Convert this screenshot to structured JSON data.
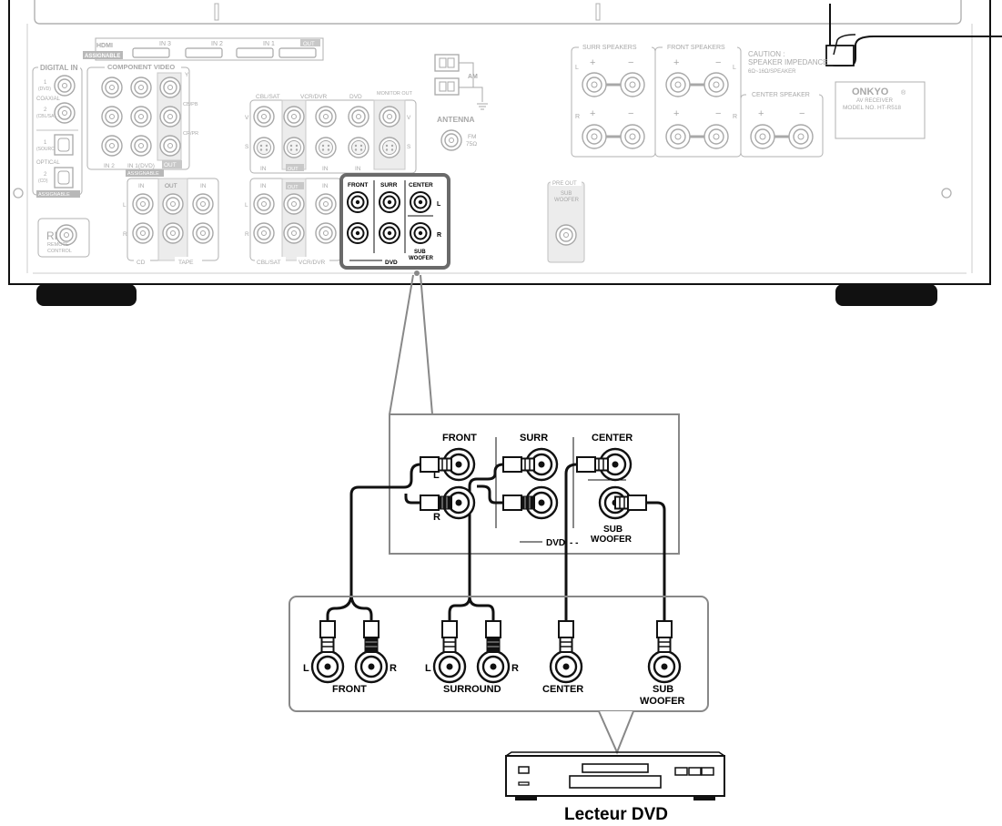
{
  "receiver_panel": {
    "brand": "ONKYO",
    "brand_mark": "®",
    "product": "AV RECEIVER",
    "model": "MODEL NO. HT-R518",
    "caution_title": "CAUTION :",
    "caution_line2": "SPEAKER IMPEDANCE",
    "caution_line3": "6Ω~16Ω/SPEAKER",
    "hdmi": {
      "title": "HDMI",
      "assignable": "ASSIGNABLE",
      "in3": "IN 3",
      "in2": "IN 2",
      "in1": "IN 1",
      "out": "OUT"
    },
    "digital_in": {
      "title": "DIGITAL IN",
      "coax1": "1",
      "coax1_sub": "(DVD)",
      "coaxial": "COAXIAL",
      "coax2": "2",
      "coax2_sub": "(CBL/SAT)",
      "opt1": "1",
      "opt1_sub": "(SOURCE)",
      "optical": "OPTICAL",
      "opt2": "2",
      "opt2_sub": "(CD)",
      "assignable": "ASSIGNABLE"
    },
    "component_video": {
      "title": "COMPONENT VIDEO",
      "y": "Y",
      "cb": "CB/PB",
      "cr": "CR/PR",
      "in2": "IN 2",
      "in1": "IN 1(DVD)",
      "out": "OUT",
      "assignable": "ASSIGNABLE"
    },
    "video": {
      "cbl_sat": "CBL/SAT",
      "vcr_dvr": "VCR/DVR",
      "dvd": "DVD",
      "monitor_out": "MONITOR OUT",
      "v": "V",
      "s": "S",
      "in": "IN",
      "out": "OUT"
    },
    "audio": {
      "in": "IN",
      "out": "OUT",
      "l": "L",
      "r": "R",
      "cd": "CD",
      "tape": "TAPE",
      "cbl_sat": "CBL/SAT",
      "vcr_dvr": "VCR/DVR"
    },
    "remote": {
      "ri": "RI",
      "label1": "REMOTE",
      "label2": "CONTROL"
    },
    "antenna": {
      "title": "ANTENNA",
      "am": "AM",
      "fm": "FM",
      "fm_ohm": "75Ω"
    },
    "speakers": {
      "surr": "SURR SPEAKERS",
      "front": "FRONT SPEAKERS",
      "center": "CENTER SPEAKER",
      "l": "L",
      "r": "R",
      "plus": "+",
      "minus": "−"
    },
    "pre_out": {
      "title": "PRE OUT",
      "sub1": "SUB",
      "sub2": "WOOFER"
    },
    "multich": {
      "front": "FRONT",
      "surr": "SURR",
      "center": "CENTER",
      "l": "L",
      "r": "R",
      "dvd": "DVD",
      "sub1": "SUB",
      "sub2": "WOOFER"
    }
  },
  "zoom_panel": {
    "front": "FRONT",
    "surr": "SURR",
    "center": "CENTER",
    "l": "L",
    "r": "R",
    "dvd": "DVD",
    "sub1": "SUB",
    "sub2": "WOOFER"
  },
  "cable_panel": {
    "l": "L",
    "r": "R",
    "front": "FRONT",
    "surround": "SURROUND",
    "center": "CENTER",
    "sub1": "SUB",
    "sub2": "WOOFER"
  },
  "device_caption": "Lecteur DVD"
}
